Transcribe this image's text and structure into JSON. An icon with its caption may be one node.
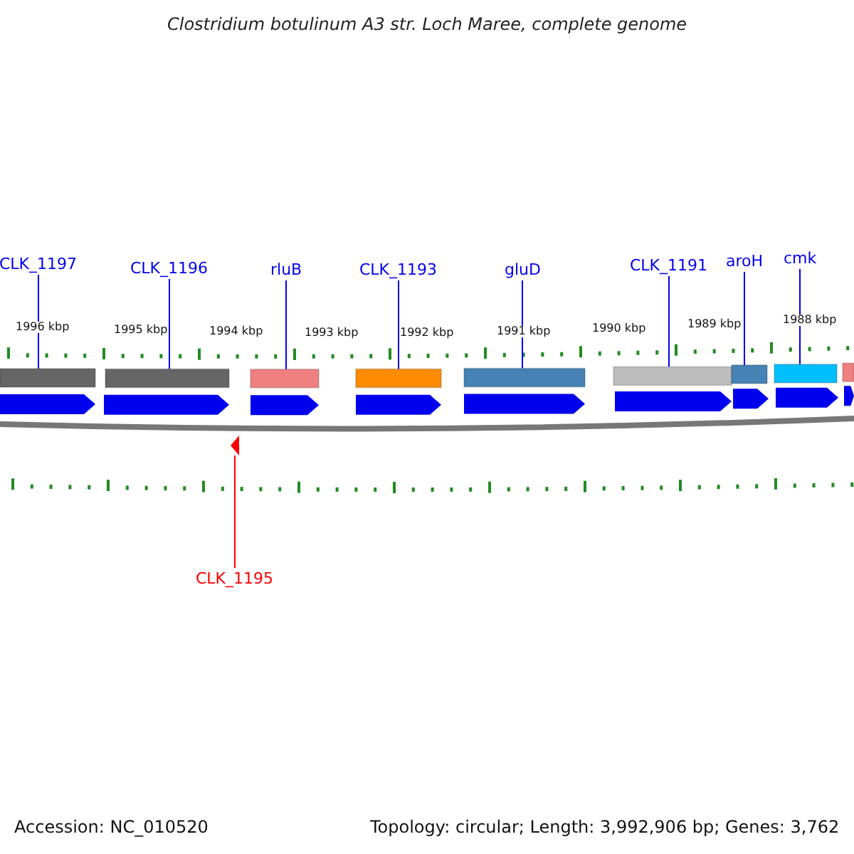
{
  "diagram": {
    "title": "Clostridium botulinum A3 str. Loch Maree, complete genome",
    "nodes": [
      {
        "text": [
          "CLK_1197"
        ]
      },
      {
        "text": [
          "CLK_1196"
        ]
      },
      {
        "text": [
          "rluB"
        ]
      },
      {
        "text": [
          "CLK_1193"
        ]
      },
      {
        "text": [
          "gluD"
        ]
      },
      {
        "text": [
          "CLK_1191"
        ]
      },
      {
        "text": [
          "aroH"
        ]
      },
      {
        "text": [
          "cmk"
        ]
      },
      {
        "text": [
          "CLK_1195"
        ]
      },
      {
        "text": [],
        "shape": "arrow"
      },
      {
        "text": [],
        "shape": "arrow"
      },
      {
        "text": [],
        "shape": "arrow"
      },
      {
        "text": [],
        "shape": "arrow"
      },
      {
        "text": [],
        "shape": "arrow"
      },
      {
        "text": [],
        "shape": "arrow"
      },
      {
        "text": [],
        "shape": "arrow"
      },
      {
        "text": [],
        "shape": "arrow"
      },
      {
        "text": [],
        "shape": "arrow"
      }
    ],
    "edges": [
      {
        "from": 0,
        "to": 9,
        "arrow": "none"
      },
      {
        "from": 1,
        "to": 10,
        "arrow": "none"
      },
      {
        "from": 2,
        "to": 11,
        "arrow": "none"
      },
      {
        "from": 3,
        "to": 12,
        "arrow": "none"
      },
      {
        "from": 4,
        "to": 13,
        "arrow": "none"
      },
      {
        "from": 5,
        "to": 14,
        "arrow": "none"
      },
      {
        "from": 6,
        "to": 15,
        "arrow": "none"
      },
      {
        "from": 7,
        "to": 16,
        "arrow": "none"
      },
      {
        "from": 8,
        "to": 17,
        "arrow": "none",
        "color": "#ff0000"
      }
    ],
    "labels": [
      "1996 kbp",
      "1995 kbp",
      "1994 kbp",
      "1993 kbp",
      "1992 kbp",
      "1991 kbp",
      "1990 kbp",
      "1989 kbp",
      "1988 kbp",
      "Accession: NC_010520",
      "Topology: circular; Length: 3,992,906 bp; Genes: 3,762"
    ]
  }
}
